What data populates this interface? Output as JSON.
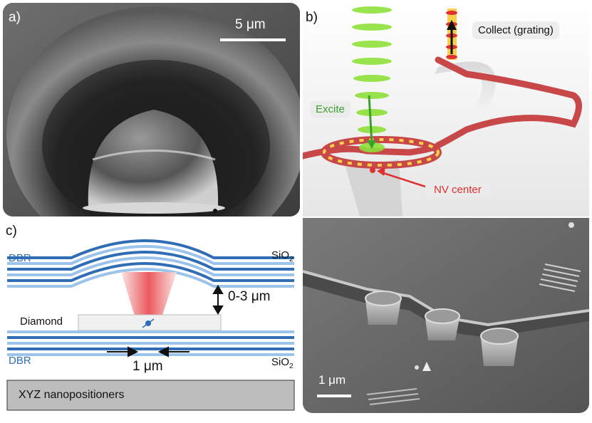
{
  "panel_a": {
    "label": "a)",
    "scale_bar": "5 μm"
  },
  "panel_b": {
    "label": "b)",
    "collect": "Collect (grating)",
    "excite": "Excite",
    "nv_center": "NV center"
  },
  "panel_c": {
    "label": "c)",
    "dbr_top": "DBR",
    "dbr_bottom": "DBR",
    "sio2_top": "SiO",
    "sio2_bottom": "SiO",
    "sio2_sub": "2",
    "gap": "0-3 μm",
    "diamond": "Diamond",
    "width": "1 μm",
    "stage": "XYZ nanopositioners"
  },
  "panel_d": {
    "scale_bar": "1 μm"
  },
  "colors": {
    "dbr_blue": "#2f6db5",
    "excite_green": "#7ed321",
    "nv_red": "#e03030",
    "laser_red": "#e8474c"
  }
}
